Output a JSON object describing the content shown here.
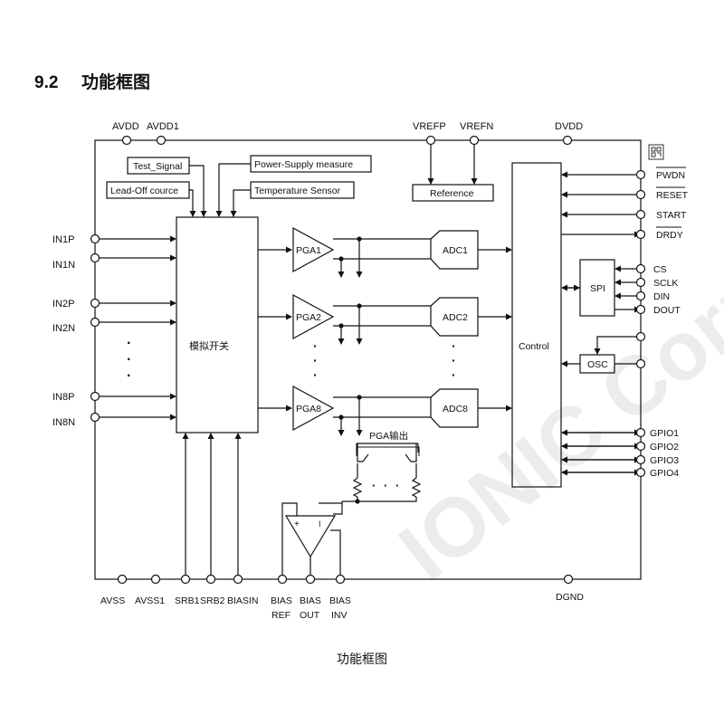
{
  "section": {
    "number": "9.2",
    "title": "功能框图"
  },
  "caption": "功能框图",
  "watermark": "IONIC Corp",
  "top_pins": {
    "avdd": "AVDD",
    "avdd1": "AVDD1",
    "vrefp": "VREFP",
    "vrefn": "VREFN",
    "dvdd": "DVDD"
  },
  "inputs": {
    "in1p": "IN1P",
    "in1n": "IN1N",
    "in2p": "IN2P",
    "in2n": "IN2N",
    "in8p": "IN8P",
    "in8n": "IN8N",
    "ellipsis": "·"
  },
  "config": {
    "test_signal": "Test_Signal",
    "power_supply": "Power-Supply measure",
    "lead_off": "Lead-Off cource",
    "temperature": "Temperature Sensor"
  },
  "mux_label": "模拟开关",
  "pga": {
    "pga1": "PGA1",
    "pga2": "PGA2",
    "pga8": "PGA8"
  },
  "adc": {
    "adc1": "ADC1",
    "adc2": "ADC2",
    "adc8": "ADC8"
  },
  "reference": "Reference",
  "control": "Control",
  "spi": "SPI",
  "osc": "OSC",
  "right_pins": {
    "pwdn": "PWDN",
    "reset": "RESET",
    "start": "START",
    "drdy": "DRDY",
    "cs": "CS",
    "sclk": "SCLK",
    "din": "DIN",
    "dout": "DOUT",
    "gpio1": "GPIO1",
    "gpio2": "GPIO2",
    "gpio3": "GPIO3",
    "gpio4": "GPIO4"
  },
  "pga_out_label": "PGA输出",
  "opamp": {
    "plus": "+",
    "minus": "I"
  },
  "bottom_pins": {
    "avss": "AVSS",
    "avss1": "AVSS1",
    "srb1": "SRB1",
    "srb2": "SRB2",
    "biasin": "BIASIN",
    "bias_ref_1": "BIAS",
    "bias_ref_2": "REF",
    "bias_out_1": "BIAS",
    "bias_out_2": "OUT",
    "bias_inv_1": "BIAS",
    "bias_inv_2": "INV",
    "dgnd": "DGND"
  }
}
